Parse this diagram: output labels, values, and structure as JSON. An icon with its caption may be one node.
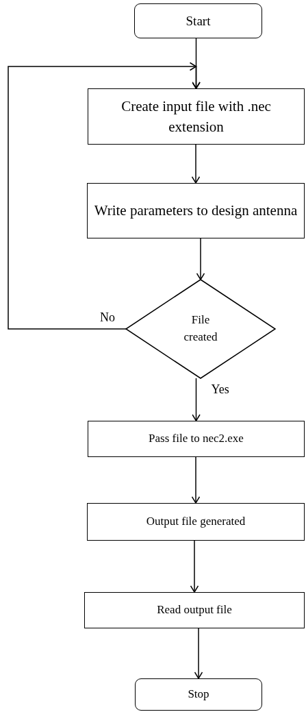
{
  "diagram": {
    "nodes": [
      {
        "text": [
          "Start"
        ]
      },
      {
        "text": [
          "Create input file with .nec extension"
        ]
      },
      {
        "text": [
          "Write parameters to design antenna"
        ]
      },
      {
        "text": [
          "File created"
        ]
      },
      {
        "text": [
          "Pass file to nec2.exe"
        ]
      },
      {
        "text": [
          "Output file generated"
        ]
      },
      {
        "text": [
          "Read output file"
        ]
      },
      {
        "text": [
          "Stop"
        ]
      }
    ],
    "edges": [
      {
        "from": 0,
        "to": 1,
        "arrow": "to"
      },
      {
        "from": 1,
        "to": 2,
        "arrow": "to"
      },
      {
        "from": 2,
        "to": 3,
        "arrow": "to"
      },
      {
        "from": 3,
        "to": 1,
        "arrow": "to",
        "label": "No"
      },
      {
        "from": 3,
        "to": 4,
        "arrow": "to",
        "label": "Yes"
      },
      {
        "from": 4,
        "to": 5,
        "arrow": "to"
      },
      {
        "from": 5,
        "to": 6,
        "arrow": "to"
      },
      {
        "from": 6,
        "to": 7,
        "arrow": "to"
      }
    ]
  }
}
